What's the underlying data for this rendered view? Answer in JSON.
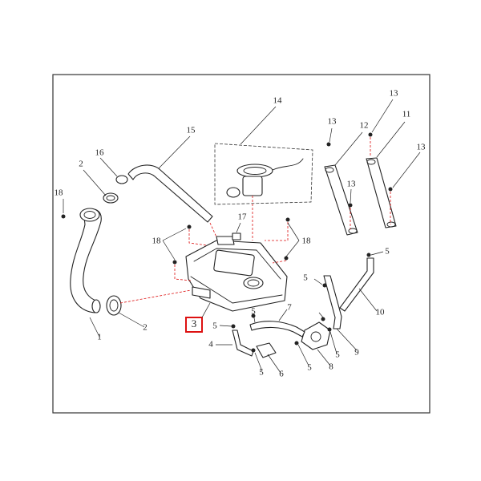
{
  "colors": {
    "line": "#222222",
    "frame": "#333333",
    "highlight": "#dd1111",
    "background": "#ffffff"
  },
  "callouts": {
    "c1": "1",
    "c2a": "2",
    "c2b": "2",
    "c3": "3",
    "c4": "4",
    "c5a": "5",
    "c5b": "5",
    "c5c": "5",
    "c5d": "5",
    "c5e": "5",
    "c5f": "5",
    "c5g": "5",
    "c6": "6",
    "c7": "7",
    "c8": "8",
    "c9": "9",
    "c10": "10",
    "c11": "11",
    "c12": "12",
    "c13a": "13",
    "c13b": "13",
    "c13c": "13",
    "c13d": "13",
    "c14": "14",
    "c15": "15",
    "c16": "16",
    "c17": "17",
    "c18a": "18",
    "c18b": "18",
    "c18c": "18"
  },
  "highlighted_part": "c3"
}
